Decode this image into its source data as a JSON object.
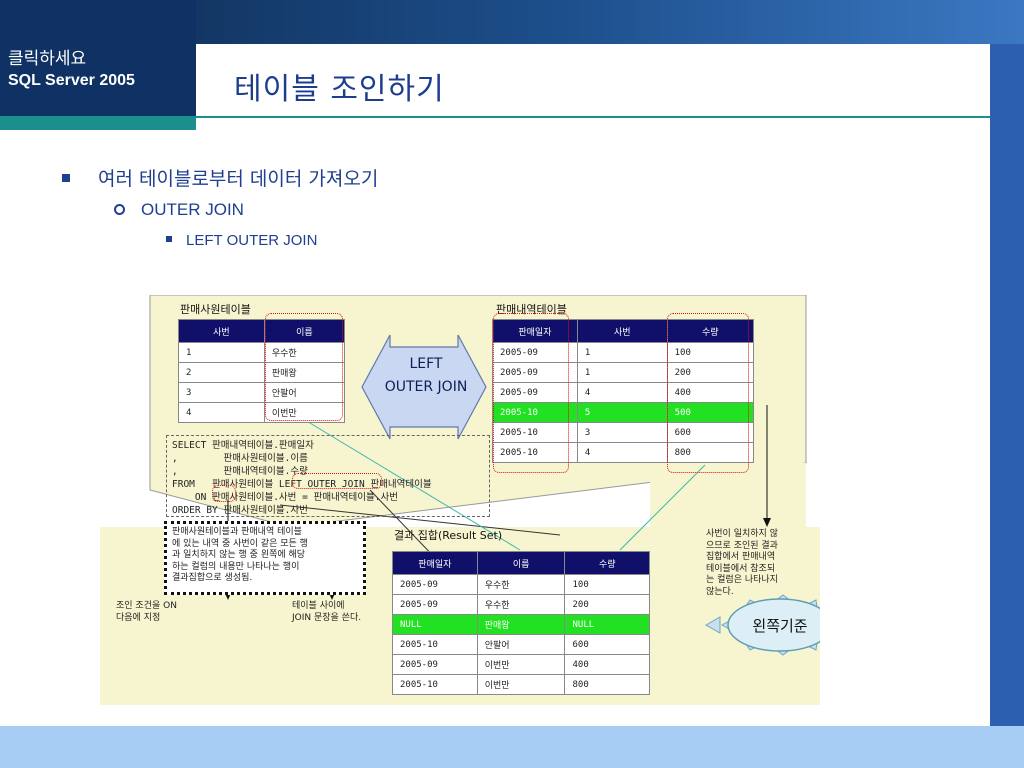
{
  "brand": {
    "line1": "클릭하세요",
    "line2": "SQL Server 2005"
  },
  "page_title": "테이블 조인하기",
  "bullets": {
    "level1": "여러 테이블로부터 데이터 가져오기",
    "level2": "OUTER JOIN",
    "level3": "LEFT OUTER JOIN"
  },
  "diagram": {
    "emp_table": {
      "title": "판매사원테이블",
      "headers": [
        "사번",
        "이름"
      ],
      "rows": [
        [
          "1",
          "우수한"
        ],
        [
          "2",
          "판매왕"
        ],
        [
          "3",
          "안팔어"
        ],
        [
          "4",
          "이번만"
        ]
      ]
    },
    "sales_table": {
      "title": "판매내역테이블",
      "headers": [
        "판매일자",
        "사번",
        "수량"
      ],
      "rows": [
        [
          "2005-09",
          "1",
          "100"
        ],
        [
          "2005-09",
          "1",
          "200"
        ],
        [
          "2005-09",
          "4",
          "400"
        ],
        [
          "2005-10",
          "5",
          "500"
        ],
        [
          "2005-10",
          "3",
          "600"
        ],
        [
          "2005-10",
          "4",
          "800"
        ]
      ],
      "highlight_row": 3
    },
    "arrow_label": [
      "LEFT",
      "OUTER JOIN"
    ],
    "sql": [
      "SELECT 판매내역테이블.판매일자",
      ",        판매사원테이블.이름",
      ",        판매내역테이블.수량",
      "FROM   판매사원테이블 LEFT OUTER JOIN 판매내역테이블",
      "    ON 판매사원테이블.사번 = 판매내역테이블.사번",
      "ORDER BY 판매사원테이블.사번"
    ],
    "explanation": [
      "판매사원테이블과 판매내역 테이블",
      "에 있는 내역 중 사번이 같은 모든 행",
      "과 일치하지 않는 행 중 왼쪽에 해당",
      "하는 컬럼의 내용만 나타나는 행이",
      "결과집합으로 생성됨."
    ],
    "note_on": [
      "조인 조건을 ON",
      "다음에 지정"
    ],
    "note_join": [
      "테이블 사이에",
      "JOIN 문장을 쓴다."
    ],
    "note_right": [
      "사번이 일치하지 않",
      "으므로 조인된 결과",
      "집합에서 판매내역",
      "테이블에서 참조되",
      "는 컬럼은 나타나지",
      "않는다."
    ],
    "result": {
      "title": "결과 집합(Result Set)",
      "headers": [
        "판매일자",
        "이름",
        "수량"
      ],
      "rows": [
        [
          "2005-09",
          "우수한",
          "100"
        ],
        [
          "2005-09",
          "우수한",
          "200"
        ],
        [
          "NULL",
          "판매왕",
          "NULL"
        ],
        [
          "2005-10",
          "안팔어",
          "600"
        ],
        [
          "2005-09",
          "이번만",
          "400"
        ],
        [
          "2005-10",
          "이번만",
          "800"
        ]
      ],
      "highlight_row": 2
    },
    "badge": "왼쪽기준"
  },
  "colors": {
    "header_dark": "#0f3163",
    "accent_teal": "#1a8f8c",
    "title_blue": "#1d3d8f",
    "table_header": "#10106b",
    "highlight": "#22e022",
    "panel": "#f7f5cf"
  }
}
